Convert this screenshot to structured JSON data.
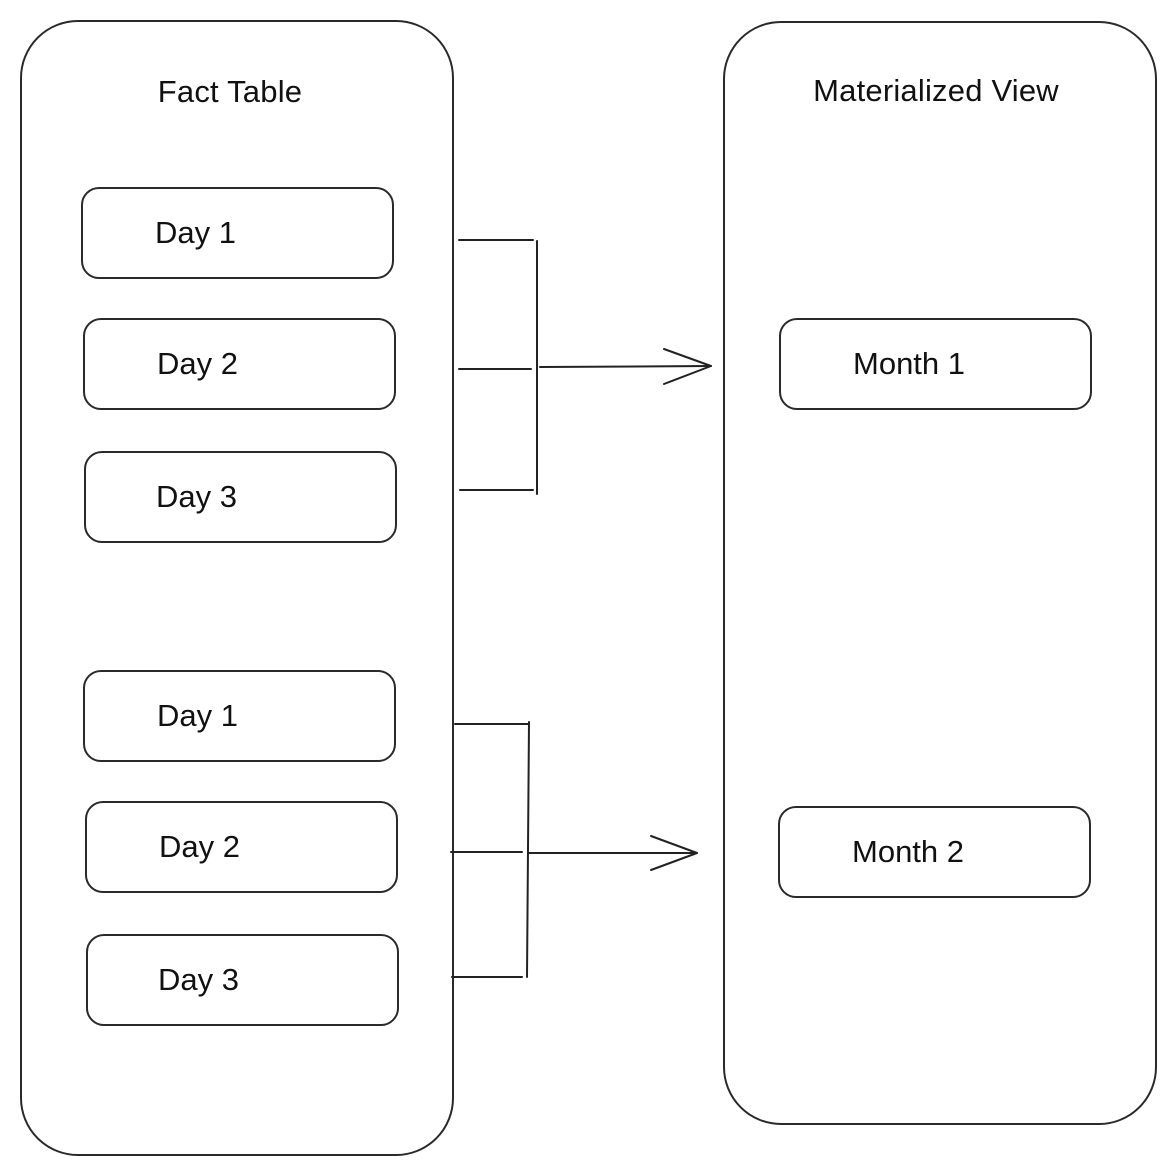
{
  "fact_table": {
    "title": "Fact Table",
    "groups": [
      {
        "days": [
          "Day 1",
          "Day 2",
          "Day 3"
        ]
      },
      {
        "days": [
          "Day 1",
          "Day 2",
          "Day 3"
        ]
      }
    ]
  },
  "materialized_view": {
    "title": "Materialized View",
    "months": [
      "Month 1",
      "Month 2"
    ]
  }
}
